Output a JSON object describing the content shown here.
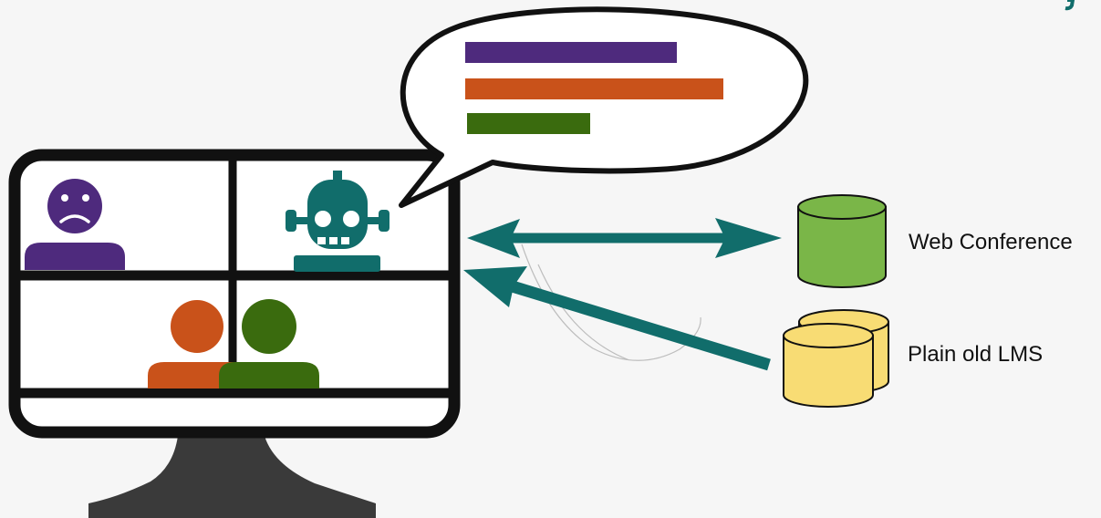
{
  "colors": {
    "background": "#f6f6f6",
    "monitor": "#111111",
    "stand": "#3a3a3a",
    "purple": "#4e2a7d",
    "orange": "#c9521a",
    "green": "#3a6b0e",
    "teal": "#116d6b",
    "db_green": "#7ab648",
    "db_yellow": "#f8dc74"
  },
  "bubble": {
    "bars": [
      {
        "name": "purple-bar",
        "color": "purple"
      },
      {
        "name": "orange-bar",
        "color": "orange"
      },
      {
        "name": "green-bar",
        "color": "green"
      }
    ]
  },
  "participants": [
    {
      "name": "sad-participant-icon",
      "color": "purple"
    },
    {
      "name": "robot-icon",
      "color": "teal"
    },
    {
      "name": "orange-participant-icon",
      "color": "orange"
    },
    {
      "name": "green-participant-icon",
      "color": "green"
    }
  ],
  "connections": [
    {
      "name": "web-conference-arrow",
      "direction": "bidirectional",
      "target": "web_conference"
    },
    {
      "name": "lms-arrow",
      "direction": "to-monitor",
      "target": "lms"
    }
  ],
  "databases": {
    "web_conference": {
      "label": "Web Conference",
      "color": "db_green"
    },
    "lms": {
      "label": "Plain old LMS",
      "color": "db_yellow"
    }
  }
}
